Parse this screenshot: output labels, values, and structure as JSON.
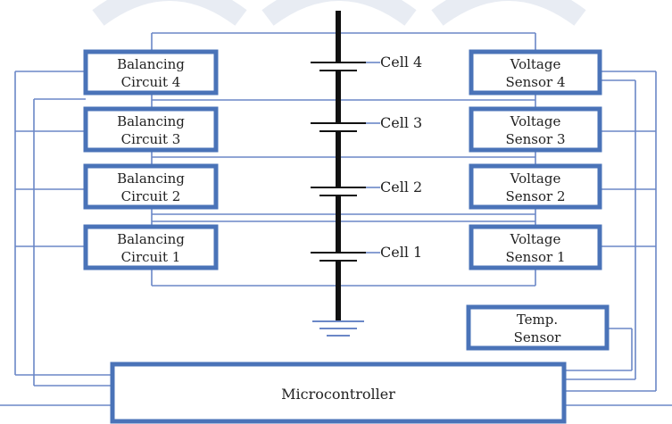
{
  "colors": {
    "box_border": "#4a73b8",
    "wire": "#6b87c7",
    "stack": "#111111",
    "watermark": "#e8ecf3",
    "text": "#222222"
  },
  "balancing_circuits": [
    {
      "line1": "Balancing",
      "line2": "Circuit 4"
    },
    {
      "line1": "Balancing",
      "line2": "Circuit 3"
    },
    {
      "line1": "Balancing",
      "line2": "Circuit 2"
    },
    {
      "line1": "Balancing",
      "line2": "Circuit 1"
    }
  ],
  "voltage_sensors": [
    {
      "line1": "Voltage",
      "line2": "Sensor 4"
    },
    {
      "line1": "Voltage",
      "line2": "Sensor 3"
    },
    {
      "line1": "Voltage",
      "line2": "Sensor 2"
    },
    {
      "line1": "Voltage",
      "line2": "Sensor 1"
    }
  ],
  "cells": [
    "Cell 4",
    "Cell 3",
    "Cell 2",
    "Cell 1"
  ],
  "temp_sensor": {
    "line1": "Temp.",
    "line2": "Sensor"
  },
  "microcontroller": {
    "label": "Microcontroller"
  }
}
